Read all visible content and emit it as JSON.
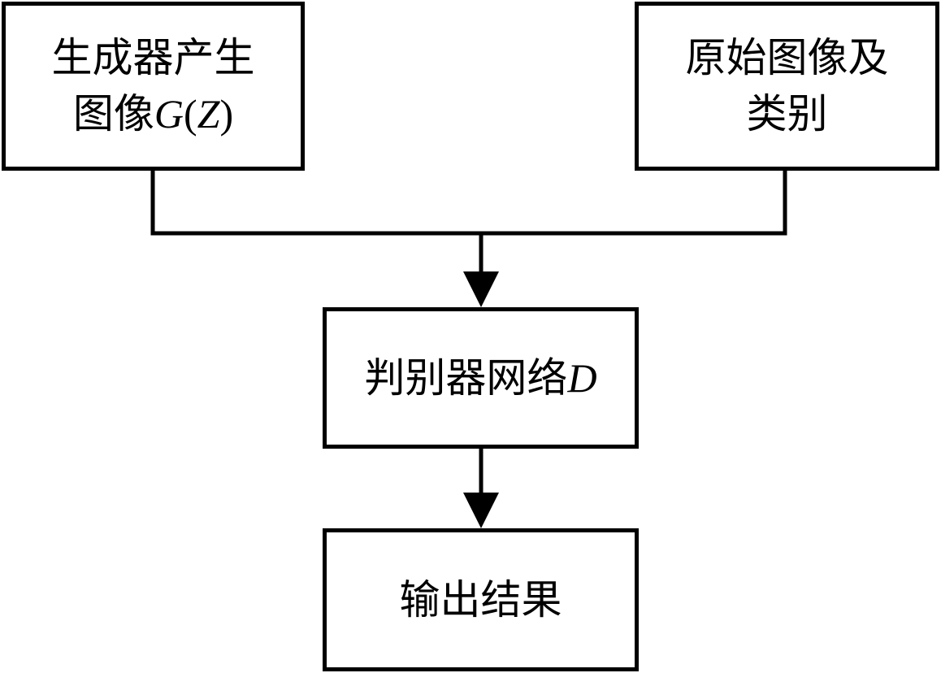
{
  "nodes": {
    "generator": {
      "line1": "生成器产生",
      "line2_prefix": "图像",
      "line2_var": "G",
      "line2_open": "(",
      "line2_arg": "Z",
      "line2_close": ")"
    },
    "original": {
      "line1": "原始图像及",
      "line2": "类别"
    },
    "discriminator": {
      "label": "判别器网络",
      "var": "D"
    },
    "output": {
      "label": "输出结果"
    }
  },
  "edges": [
    {
      "from": "generator",
      "to": "discriminator"
    },
    {
      "from": "original",
      "to": "discriminator"
    },
    {
      "from": "discriminator",
      "to": "output"
    }
  ],
  "colors": {
    "stroke": "#000000",
    "background": "#ffffff"
  }
}
